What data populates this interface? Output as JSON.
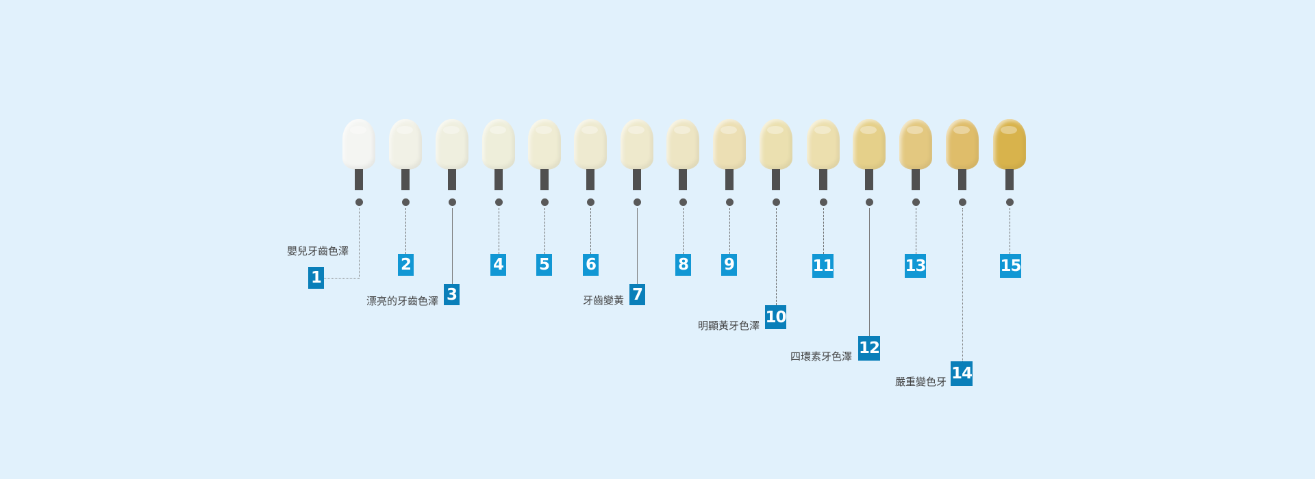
{
  "colors": {
    "background": "#e1f1fc",
    "badge_light": "#1197d4",
    "badge_dark": "#0a7fb9",
    "stem": "#505050",
    "dot": "#595959",
    "label_text": "#444444"
  },
  "shades": [
    {
      "number": "1",
      "crown_color": "#f4f5f2",
      "label": "嬰兒牙齒色澤"
    },
    {
      "number": "2",
      "crown_color": "#f1f1e6",
      "label": ""
    },
    {
      "number": "3",
      "crown_color": "#efefdf",
      "label": "漂亮的牙齒色澤"
    },
    {
      "number": "4",
      "crown_color": "#eeeeda",
      "label": ""
    },
    {
      "number": "5",
      "crown_color": "#efecd3",
      "label": ""
    },
    {
      "number": "6",
      "crown_color": "#eeead0",
      "label": ""
    },
    {
      "number": "7",
      "crown_color": "#eee9cc",
      "label": "牙齒變黃"
    },
    {
      "number": "8",
      "crown_color": "#ede5c3",
      "label": ""
    },
    {
      "number": "9",
      "crown_color": "#ecdfb4",
      "label": ""
    },
    {
      "number": "10",
      "crown_color": "#ebe0b0",
      "label": "明顯黃牙色澤"
    },
    {
      "number": "11",
      "crown_color": "#ecdfae",
      "label": ""
    },
    {
      "number": "12",
      "crown_color": "#e5d08a",
      "label": "四環素牙色澤"
    },
    {
      "number": "13",
      "crown_color": "#e3c880",
      "label": ""
    },
    {
      "number": "14",
      "crown_color": "#dfbd6a",
      "label": "嚴重變色牙"
    },
    {
      "number": "15",
      "crown_color": "#d8b34c",
      "label": ""
    }
  ]
}
